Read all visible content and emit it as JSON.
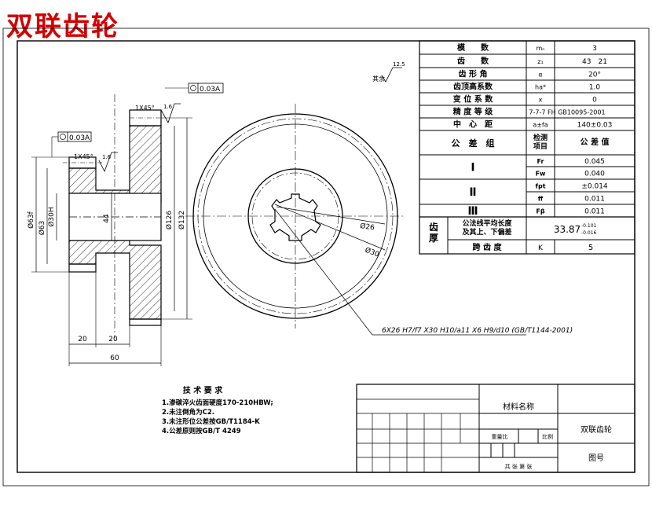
{
  "page_title": "双联齿轮",
  "param_table": {
    "rows": [
      {
        "label": "模　　数",
        "symbol": "mₙ",
        "value": "3"
      },
      {
        "label": "齿　　数",
        "symbol": "z₁",
        "value": "43　21"
      },
      {
        "label": "齿 形 角",
        "symbol": "α",
        "value": "20°"
      },
      {
        "label": "齿顶高系数",
        "symbol": "ha*",
        "value": "1.0"
      },
      {
        "label": "变 位 系 数",
        "symbol": "x",
        "value": "0"
      },
      {
        "label": "精 度 等 级",
        "symbol": "",
        "value": "7-7-7 FH GB10095-2001"
      },
      {
        "label": "中　心　距",
        "symbol": "a±fa",
        "value": "140±0.03"
      }
    ],
    "tolerance_group_label": "公　差　组",
    "check_item_label": "检测\n项目",
    "tolerance_value_label": "公 差 值",
    "groups": [
      {
        "name": "Ⅰ",
        "items": [
          {
            "symbol": "Fr",
            "value": "0.045"
          },
          {
            "symbol": "Fw",
            "value": "0.040"
          }
        ]
      },
      {
        "name": "Ⅱ",
        "items": [
          {
            "symbol": "fpt",
            "value": "±0.014"
          },
          {
            "symbol": "ff",
            "value": "0.011"
          }
        ]
      },
      {
        "name": "Ⅲ",
        "items": [
          {
            "symbol": "Fβ",
            "value": "0.011"
          }
        ]
      }
    ],
    "thickness_label": "齿\n厚",
    "thickness_desc": "公法线平均长度\n及其上、下偏差",
    "thickness_value": "33.87",
    "thickness_upper": "-0.101",
    "thickness_lower": "-0.016",
    "span_label": "跨 齿 度",
    "span_symbol": "K",
    "span_value": "5"
  },
  "tech_requirements": {
    "title": "技 术 要 求",
    "items": [
      "1.渗碳淬火齿面硬度170-210HBW;",
      "2.未注倒角为C2.",
      "3.未注形位公差按GB/T1184-K",
      "4.公差原则按GB/T 4249"
    ]
  },
  "title_block": {
    "material": "材料名称",
    "part_name": "双联齿轮",
    "drawing_no": "图号",
    "scale": "比例",
    "weight_ratio": "重量比",
    "sheet": "共 张 第 张"
  },
  "dimensions": {
    "roughness": "12.5",
    "roughness_prefix": "其余",
    "geo_tol_1": "0.03A",
    "geo_tol_2": "0.03A",
    "chamfer_top": "1X45°",
    "chamfer_left": "1X45°",
    "rough_top": "1.6",
    "rough_left": "1.6",
    "d_left_1": "Ø63f",
    "d_left_2": "Ø63",
    "d_left_3": "Ø30H",
    "d_bore": "44",
    "d_right_1": "Ø126",
    "d_right_2": "Ø132",
    "w_1": "20",
    "w_2": "20",
    "w_total": "60",
    "phi26": "Ø26",
    "phi30": "Ø30",
    "spline": "6X26 H7/f7 X30 H10/a11 X6 H9/d10 (GB/T1144-2001)"
  }
}
